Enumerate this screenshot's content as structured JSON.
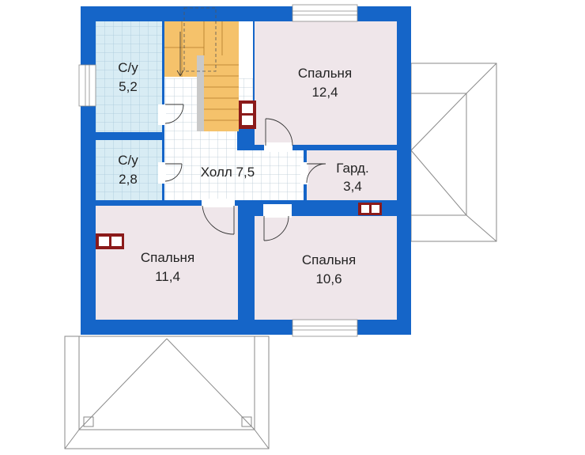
{
  "colors": {
    "wall": "#1565c8",
    "room": "#efe6ea",
    "bath": "#d8ecf4",
    "hall": "#ffffff",
    "stairs": "#f5c26b",
    "grid": "#b8c8d4",
    "chimney": "#8b1a1a",
    "roof_line": "#8a8a8a"
  },
  "rooms": {
    "bath1": {
      "name": "С/у",
      "area": "5,2"
    },
    "bath2": {
      "name": "С/у",
      "area": "2,8"
    },
    "hall": {
      "label": "Холл 7,5"
    },
    "bed_ne": {
      "name": "Спальня",
      "area": "12,4"
    },
    "wardrobe": {
      "name": "Гард.",
      "area": "3,4"
    },
    "bed_sw": {
      "name": "Спальня",
      "area": "11,4"
    },
    "bed_se": {
      "name": "Спальня",
      "area": "10,6"
    }
  }
}
